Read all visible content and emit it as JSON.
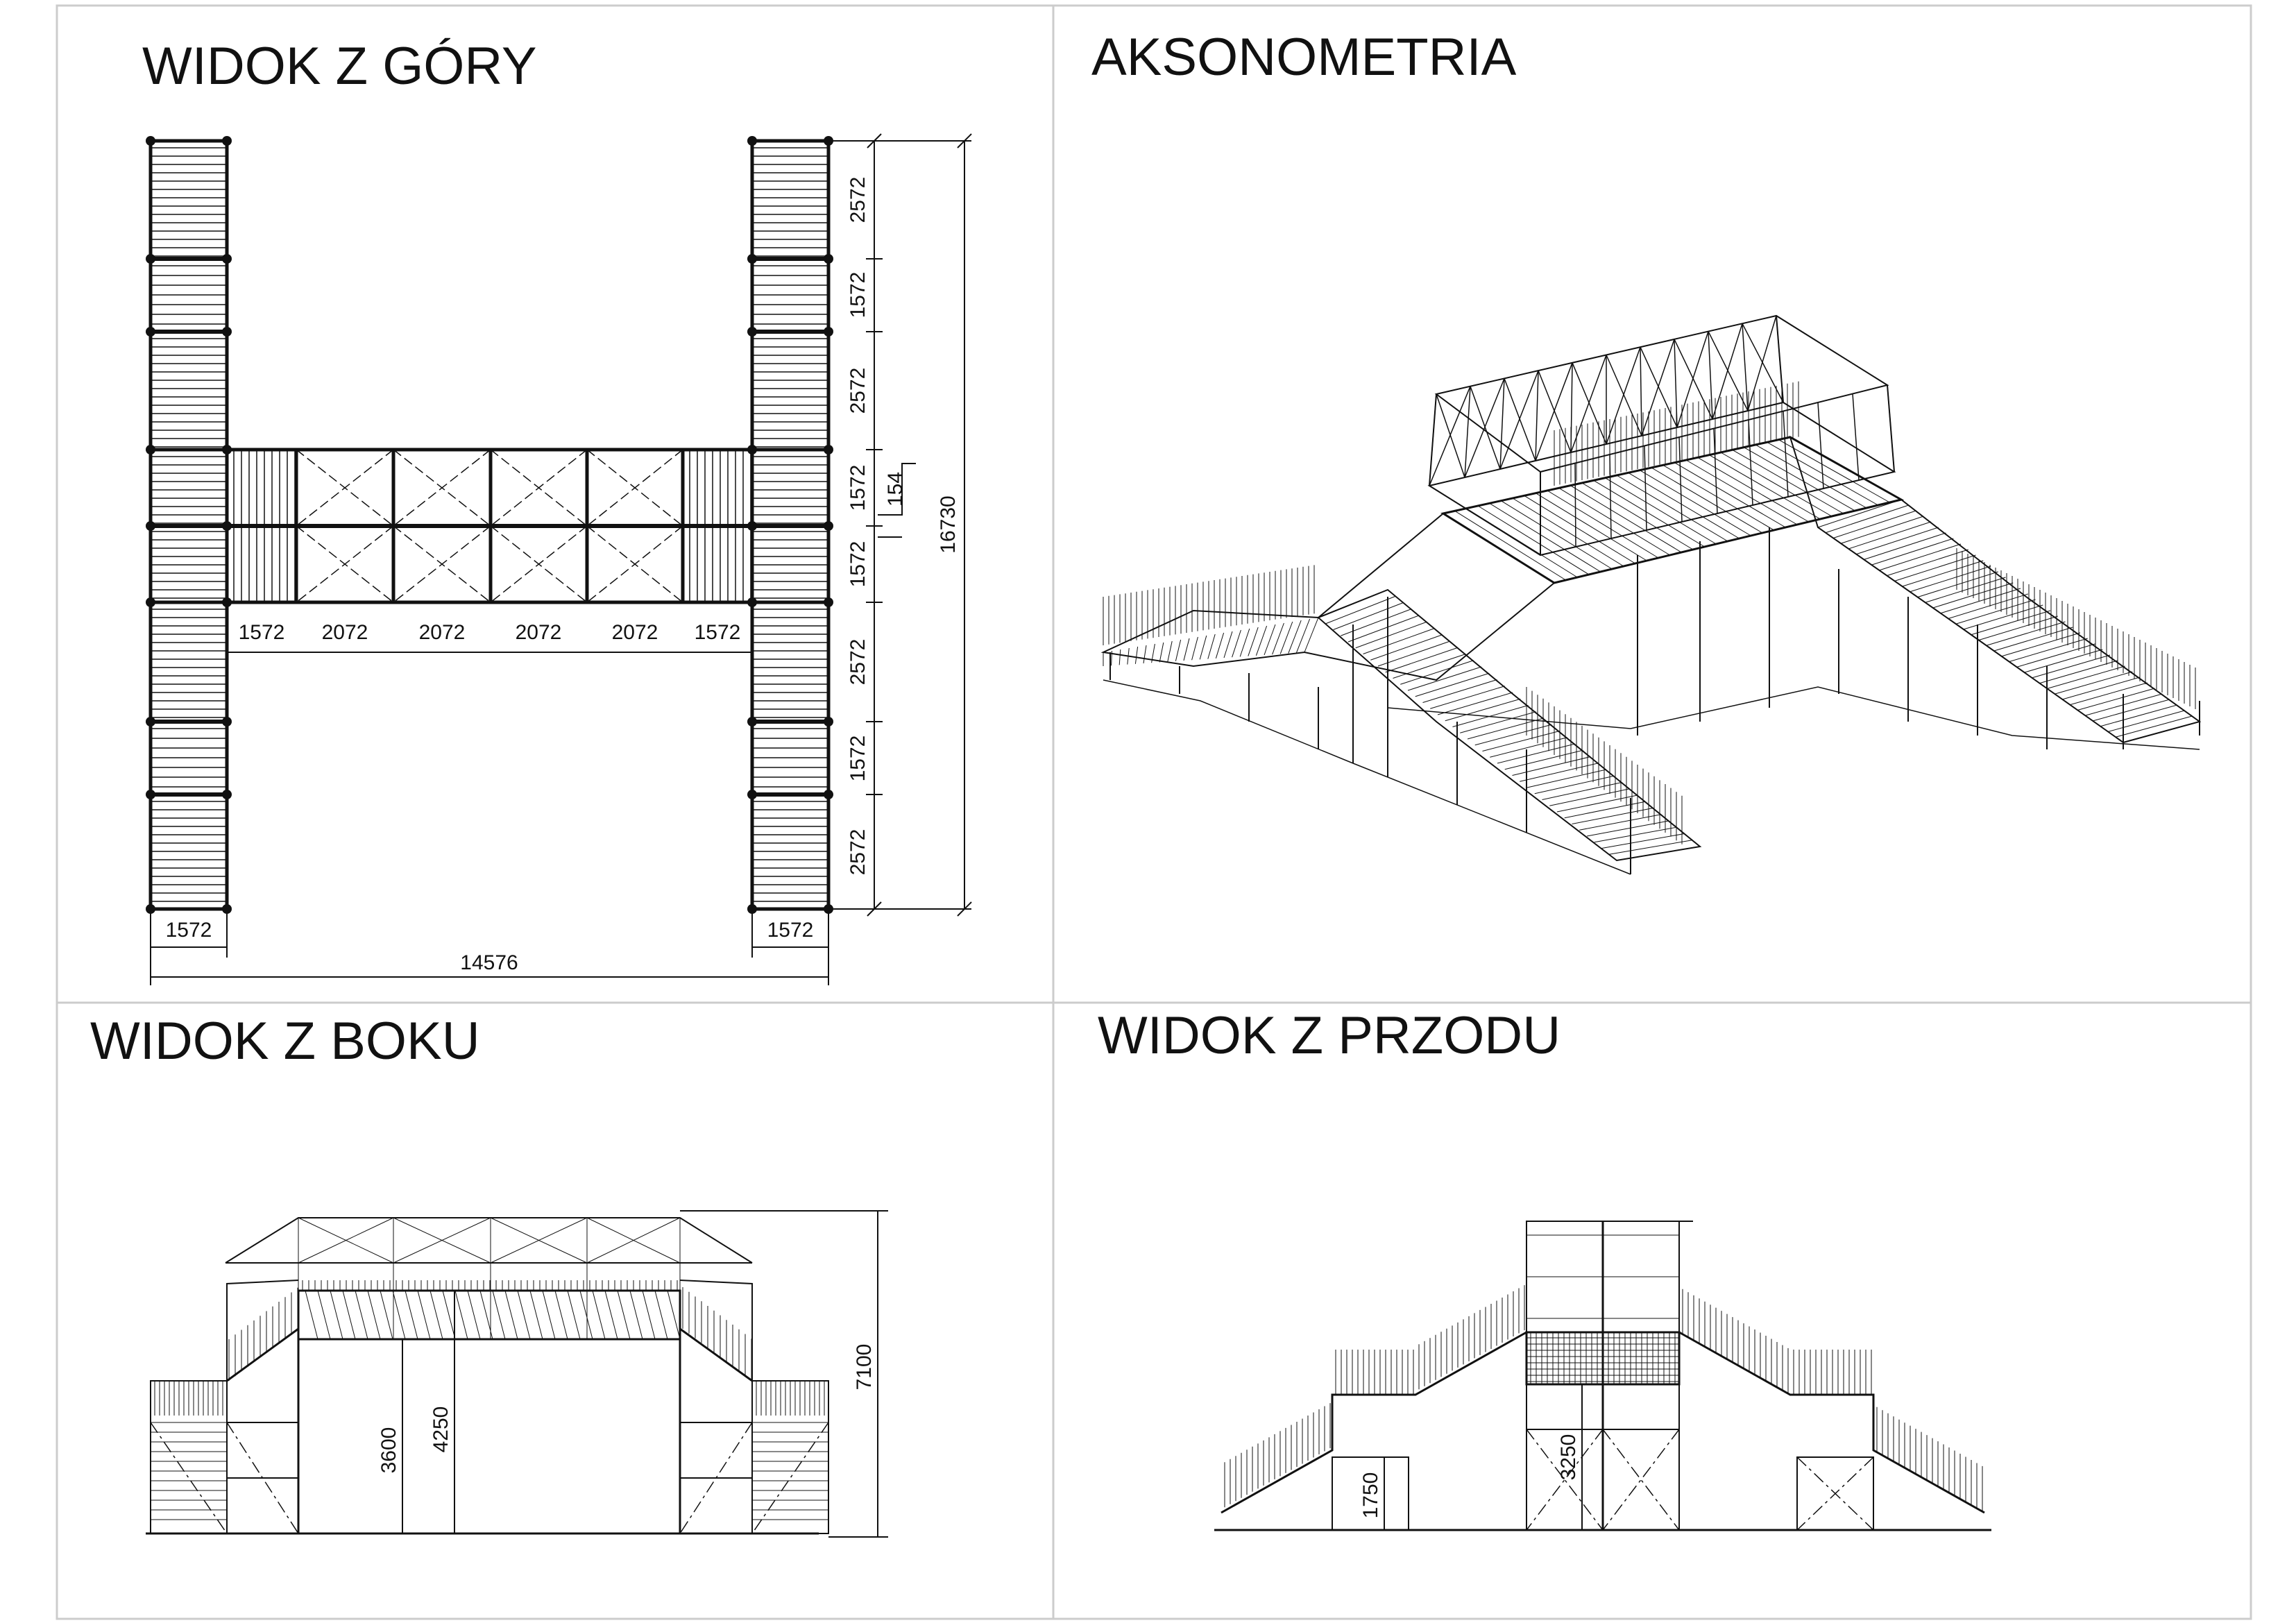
{
  "panels": {
    "top": "WIDOK Z GÓRY",
    "axo": "AKSONOMETRIA",
    "side": "WIDOK Z BOKU",
    "front": "WIDOK Z PRZODU"
  },
  "top_view": {
    "vertical_segments": [
      "2572",
      "1572",
      "2572",
      "1572",
      "1572",
      "2572",
      "1572",
      "2572"
    ],
    "total_length": "16730",
    "gap": "154",
    "bridge_spans": [
      "1572",
      "2072",
      "2072",
      "2072",
      "2072",
      "1572"
    ],
    "tower_width_left": "1572",
    "tower_width_right": "1572",
    "total_width": "14576"
  },
  "side_view": {
    "height_deck": "3600",
    "height_mid": "4250",
    "height_total": "7100"
  },
  "front_view": {
    "height_landing": "1750",
    "height_deck": "3250"
  },
  "colors": {
    "line": "#111111",
    "frame": "#cccccc"
  }
}
